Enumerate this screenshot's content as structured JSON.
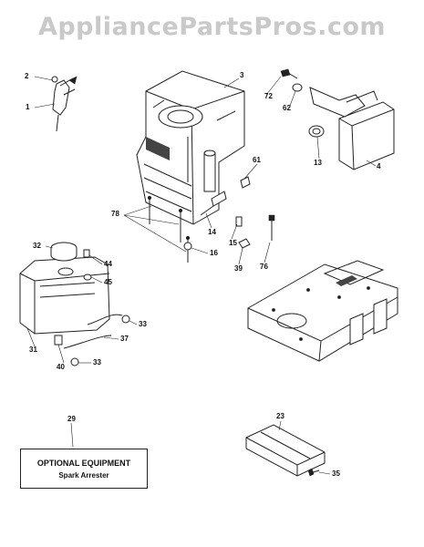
{
  "watermark": "AppliancePartsPros.com",
  "optional_box": {
    "line1": "OPTIONAL EQUIPMENT",
    "line2": "Spark Arrester"
  },
  "callouts": {
    "c1": "1",
    "c2": "2",
    "c3": "3",
    "c4": "4",
    "c13": "13",
    "c14": "14",
    "c15": "15",
    "c16": "16",
    "c23": "23",
    "c29": "29",
    "c31": "31",
    "c32": "32",
    "c33a": "33",
    "c33b": "33",
    "c35": "35",
    "c37": "37",
    "c39": "39",
    "c40": "40",
    "c44": "44",
    "c45": "45",
    "c61": "61",
    "c62": "62",
    "c72": "72",
    "c76": "76",
    "c78": "78"
  }
}
